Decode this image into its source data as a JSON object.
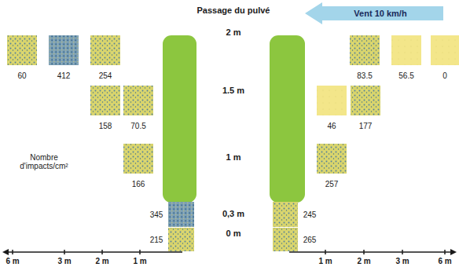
{
  "diagram": {
    "title": "Passage du pulvé",
    "nodes": [
      {
        "text": [
          "Vent 10 km/h"
        ]
      }
    ],
    "labels": [
      "2 m",
      "1.5 m",
      "1 m",
      "0,3 m",
      "0 m",
      "60",
      "412",
      "254",
      "83.5",
      "56.5",
      "0",
      "158",
      "70.5",
      "46",
      "177",
      "166",
      "257",
      "345",
      "245",
      "215",
      "265",
      "Nombre d'impacts/cm²",
      "6 m",
      "3 m",
      "2 m",
      "1 m",
      "1 m",
      "2 m",
      "3 m",
      "6 m"
    ]
  }
}
